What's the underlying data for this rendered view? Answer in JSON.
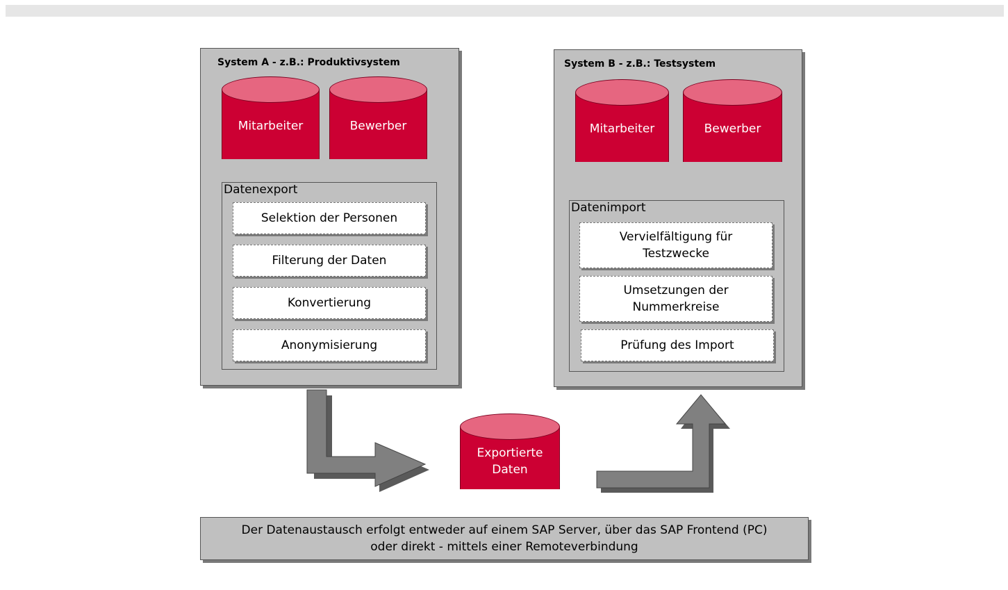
{
  "system_a": {
    "title": "System A - z.B.: Produktivsystem",
    "db1": "Mitarbeiter",
    "db2": "Bewerber",
    "group_label": "Datenexport",
    "steps": [
      "Selektion der Personen",
      "Filterung der Daten",
      "Konvertierung",
      "Anonymisierung"
    ]
  },
  "system_b": {
    "title": "System B - z.B.: Testsystem",
    "db1": "Mitarbeiter",
    "db2": "Bewerber",
    "group_label": "Datenimport",
    "steps": [
      [
        "Vervielfältigung für",
        "Testzwecke"
      ],
      [
        "Umsetzungen der",
        "Nummerkreise"
      ],
      [
        "Prüfung des Import"
      ]
    ]
  },
  "exported": {
    "line1": "Exportierte",
    "line2": "Daten"
  },
  "note": {
    "line1": "Der Datenaustausch erfolgt entweder auf einem SAP Server, über das SAP Frontend (PC)",
    "line2": "oder direkt - mittels einer Remoteverbindung"
  },
  "colors": {
    "db_body": "#cc0033",
    "db_top": "#e66680",
    "panel": "#c0c0c0",
    "arrow": "#808080"
  }
}
